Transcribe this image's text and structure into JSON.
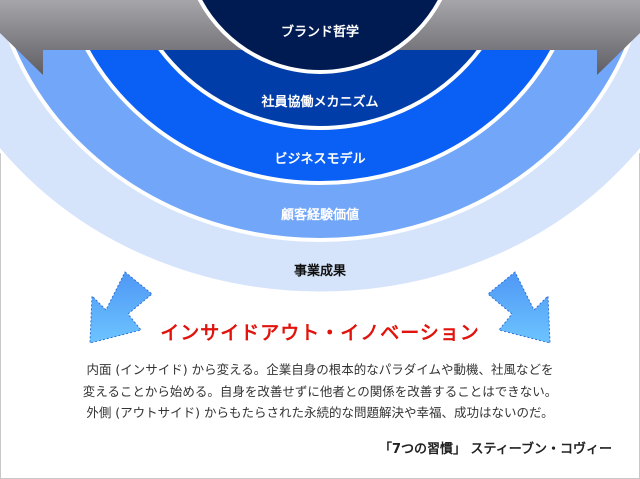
{
  "layers": [
    {
      "label": "ブランド哲学",
      "color": "#001a52"
    },
    {
      "label": "社員協働メカニズム",
      "color": "#003da8"
    },
    {
      "label": "ビジネスモデル",
      "color": "#0a5ff5"
    },
    {
      "label": "顧客経験価値",
      "color": "#72a6f8"
    },
    {
      "label": "事業成果",
      "color": "#d5e3fb"
    }
  ],
  "title": "インサイドアウト・イノベーション",
  "body_lines": [
    "内面 (インサイド) から変える。企業自身の根本的なパラダイムや動機、社風などを",
    "変えることから始める。自身を改善せずに他者との関係を改善することはできない。",
    "外側 (アウトサイド) からもたらされた永続的な問題解決や幸福、成功はないのだ。"
  ],
  "citation": "「7つの習慣」 スティーブン・コヴィー",
  "colors": {
    "accent": "#e0140c",
    "banner": "#7c7c80",
    "arrow": "#5aaaf8"
  }
}
